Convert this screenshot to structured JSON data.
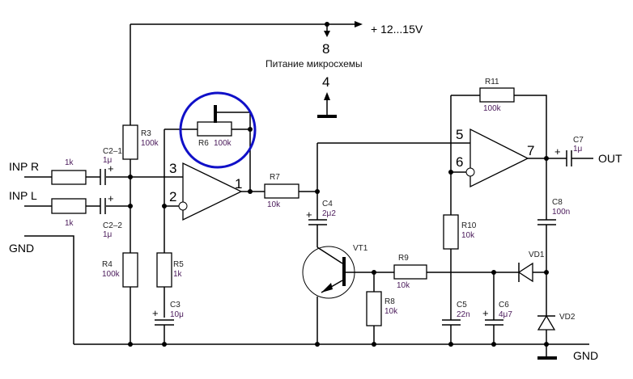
{
  "supply": {
    "label": "+ 12...15V",
    "chip_power_label": "Питание микросхемы",
    "pin_vcc": "8",
    "pin_gnd": "4"
  },
  "terminals": {
    "inp_r": "INP R",
    "inp_l": "INP L",
    "gnd_left": "GND",
    "gnd_right": "GND",
    "out": "OUT"
  },
  "opamp1": {
    "pin_noninv": "3",
    "pin_inv": "2",
    "pin_out": "1"
  },
  "opamp2": {
    "pin_noninv": "5",
    "pin_inv": "6",
    "pin_out": "7"
  },
  "components": {
    "r_in_r": {
      "value": "1k"
    },
    "r_in_l": {
      "value": "1k"
    },
    "c2_1": {
      "ref": "C2–1",
      "value": "1μ",
      "polarity": "+"
    },
    "c2_2": {
      "ref": "C2–2",
      "value": "1μ",
      "polarity": "+"
    },
    "r3": {
      "ref": "R3",
      "value": "100k"
    },
    "r4": {
      "ref": "R4",
      "value": "100k"
    },
    "r5": {
      "ref": "R5",
      "value": "1k"
    },
    "c3": {
      "ref": "C3",
      "value": "10μ",
      "polarity": "+"
    },
    "r6": {
      "ref": "R6",
      "value": "100k"
    },
    "r7": {
      "ref": "R7",
      "value": "10k"
    },
    "c4": {
      "ref": "C4",
      "value": "2μ2",
      "polarity": "+"
    },
    "vt1": {
      "ref": "VT1"
    },
    "r8": {
      "ref": "R8",
      "value": "10k"
    },
    "r9": {
      "ref": "R9",
      "value": "10k"
    },
    "r10": {
      "ref": "R10",
      "value": "10k"
    },
    "r11": {
      "ref": "R11",
      "value": "100k"
    },
    "c5": {
      "ref": "C5",
      "value": "22n"
    },
    "c6": {
      "ref": "C6",
      "value": "4μ7",
      "polarity": "+"
    },
    "c7": {
      "ref": "C7",
      "value": "1μ",
      "polarity": "+"
    },
    "c8": {
      "ref": "C8",
      "value": "100n"
    },
    "vd1": {
      "ref": "VD1"
    },
    "vd2": {
      "ref": "VD2"
    }
  },
  "highlight": {
    "target": "R6",
    "color": "#1010c8"
  }
}
